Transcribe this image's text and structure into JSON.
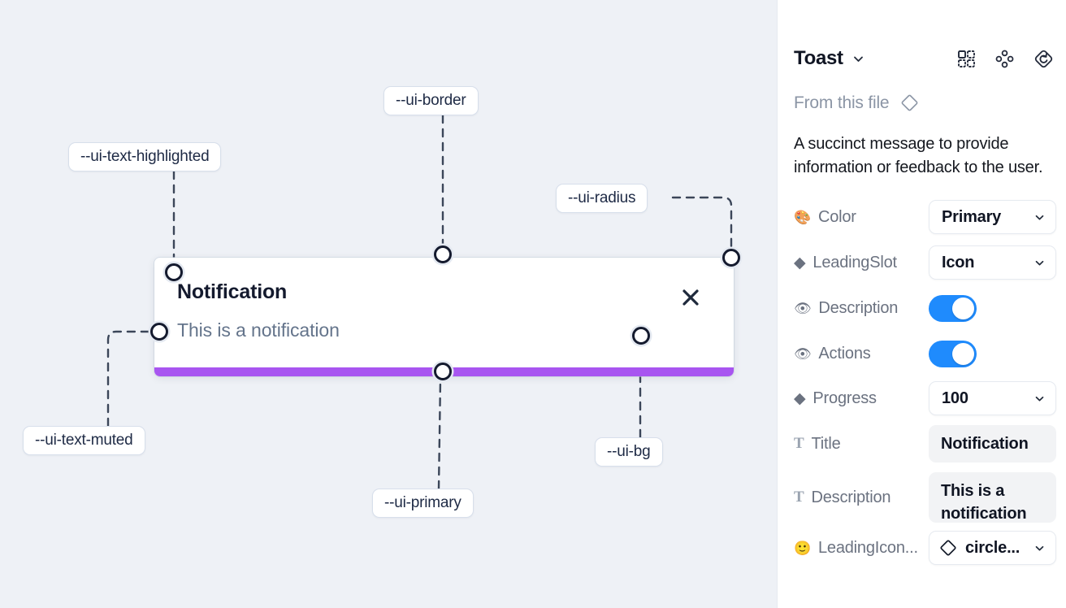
{
  "canvas": {
    "background_color": "#eef1f6",
    "toast": {
      "title": "Notification",
      "description": "This is a notification",
      "close_icon": "close-x-icon",
      "progress_color": "#a855f0",
      "background_color": "#ffffff"
    },
    "annotations": [
      {
        "id": "ui-border",
        "label": "--ui-border"
      },
      {
        "id": "ui-text-highlighted",
        "label": "--ui-text-highlighted"
      },
      {
        "id": "ui-radius",
        "label": "--ui-radius"
      },
      {
        "id": "ui-text-muted",
        "label": "--ui-text-muted"
      },
      {
        "id": "ui-bg",
        "label": "--ui-bg"
      },
      {
        "id": "ui-primary",
        "label": "--ui-primary"
      }
    ]
  },
  "panel": {
    "title": "Toast",
    "title_chevron_icon": "chevron-down-icon",
    "header_icons": [
      {
        "name": "component-grid-icon"
      },
      {
        "name": "four-dot-diamond-icon"
      },
      {
        "name": "reset-diamond-icon"
      }
    ],
    "from_file": {
      "label": "From this file",
      "icon": "diamond-outline-icon"
    },
    "description": "A succinct message to provide information or feedback to the user.",
    "properties": [
      {
        "icon": "palette-emoji",
        "glyph": "🎨",
        "label": "Color",
        "control": "select",
        "value": "Primary"
      },
      {
        "icon": "diamond-filled-icon",
        "glyph": "◆",
        "label": "LeadingSlot",
        "control": "select",
        "value": "Icon"
      },
      {
        "icon": "eye-emoji",
        "glyph": "👁",
        "label": "Description",
        "control": "toggle",
        "value": "on"
      },
      {
        "icon": "eye-emoji",
        "glyph": "👁",
        "label": "Actions",
        "control": "toggle",
        "value": "on"
      },
      {
        "icon": "diamond-filled-icon",
        "glyph": "◆",
        "label": "Progress",
        "control": "select",
        "value": "100"
      },
      {
        "icon": "text-t-icon",
        "glyph": "T",
        "label": "Title",
        "control": "text",
        "value": "Notification"
      },
      {
        "icon": "text-t-icon",
        "glyph": "T",
        "label": "Description",
        "control": "text",
        "value": "This is a notification"
      },
      {
        "icon": "smiley-emoji",
        "glyph": "🙂",
        "label": "LeadingIcon...",
        "control": "icon-select",
        "value": "circle..."
      }
    ],
    "toggle_on_color": "#1f8bfd",
    "accent_color": "#a855f0"
  }
}
